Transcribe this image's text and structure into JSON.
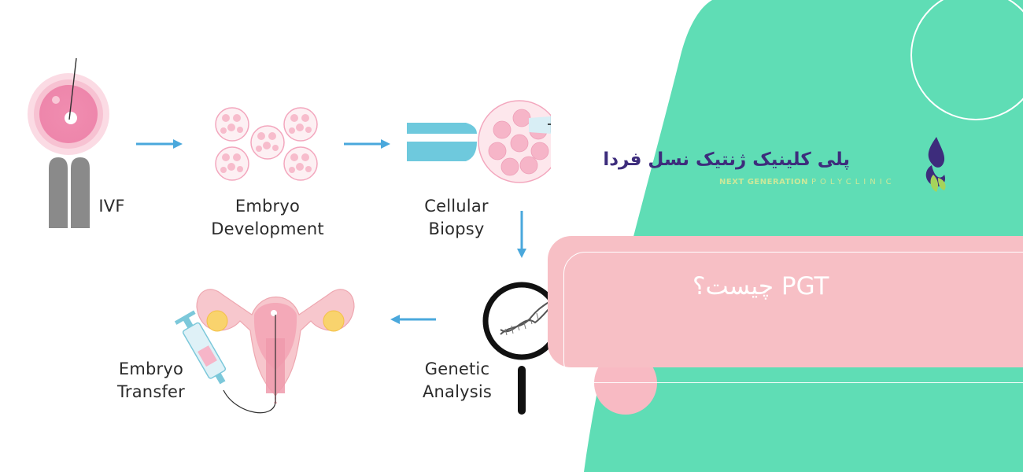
{
  "steps": {
    "ivf": [
      "IVF"
    ],
    "embryo_development": [
      "Embryo",
      "Development"
    ],
    "cellular_biopsy": [
      "Cellular",
      "Biopsy"
    ],
    "genetic_analysis": [
      "Genetic",
      "Analysis"
    ],
    "embryo_transfer": [
      "Embryo",
      "Transfer"
    ]
  },
  "logo": {
    "name_fa": "پلی کلینیک ژنتیک نسل فردا",
    "name_en_bold": "NEXT GENERATION",
    "name_en_light": "POLYCLINIC"
  },
  "title": "PGT چیست؟",
  "colors": {
    "mint": "#5fddb5",
    "pink_card": "#f7bfc5",
    "pink_circle": "#f8bac3",
    "arrow_blue": "#4aa8dc",
    "logo_purple": "#3d2c7c",
    "logo_green": "#a6d35a"
  }
}
